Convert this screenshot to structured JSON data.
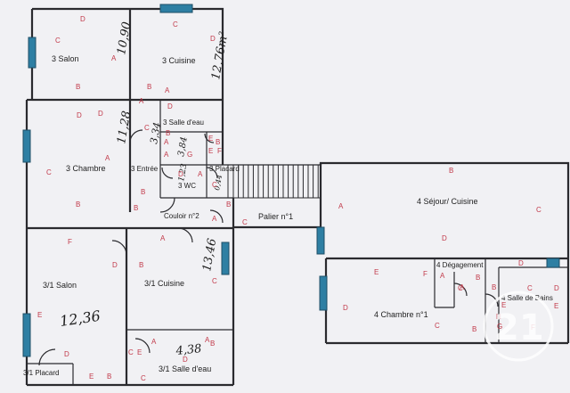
{
  "rooms": {
    "salon3": "3 Salon",
    "cuisine3": "3 Cuisine",
    "salle_eau3": "3 Salle d'eau",
    "chambre3": "3 Chambre",
    "entree3": "3 Entrée",
    "wc3": "3 WC",
    "placard3": "3 Placard",
    "couloir2": "Couloir n°2",
    "palier1": "Palier n°1",
    "sejour4": "4 Séjour/ Cuisine",
    "salon31": "3/1 Salon",
    "cuisine31": "3/1 Cuisine",
    "placard31": "3/1 Placard",
    "salle_eau31": "3/1 Salle d'eau",
    "degagement4": "4 Dégagement",
    "salle_bains4": "4 Salle de Bains",
    "chambre4": "4 Chambre n°1"
  },
  "measures": {
    "salon3": "10,90",
    "cuisine3": "12,76m²",
    "chambre3": "11,28",
    "salle_eau3": "3,34",
    "salle_eau3_b": "3,84",
    "wc3": "1,23",
    "placard3": "0,44",
    "cuisine31": "13,46",
    "salon31": "12,36",
    "salle_eau31": "4,38"
  },
  "wall_letters": [
    "D",
    "C",
    "A",
    "B",
    "C",
    "D",
    "A",
    "B",
    "D",
    "A",
    "B",
    "A",
    "D",
    "C",
    "B",
    "E",
    "A",
    "G",
    "E",
    "F",
    "B",
    "C",
    "D",
    "A",
    "B",
    "D",
    "A",
    "C",
    "B",
    "B",
    "C",
    "A",
    "B",
    "A",
    "D",
    "C",
    "F",
    "A",
    "B",
    "E",
    "D",
    "C",
    "D",
    "C",
    "A",
    "B",
    "E",
    "D",
    "C",
    "A",
    "B",
    "E",
    "F",
    "E",
    "D",
    "C",
    "B",
    "A",
    "E",
    "A",
    "C",
    "B",
    "D",
    "B",
    "C",
    "D",
    "E",
    "H",
    "G",
    "F"
  ],
  "logo": {
    "number": "21",
    "color": "#ffffff"
  },
  "colors": {
    "window": "#2e7fa3",
    "wall": "#2a2a2e",
    "letter": "#c23a4a",
    "paper": "#f1f1f4"
  }
}
